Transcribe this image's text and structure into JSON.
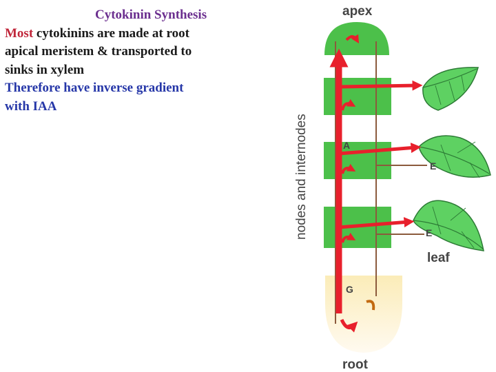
{
  "slide": {
    "title": "Cytokinin Synthesis",
    "line1_red": "Most",
    "line1_rest": " cytokinins are made at root",
    "line2": "apical meristem & transported to",
    "line3": "sinks in xylem",
    "line4": "Therefore have inverse gradient",
    "line5": "with IAA"
  },
  "diagram": {
    "apex_label": "apex",
    "root_label": "root",
    "leaf_label": "leaf",
    "side_label": "nodes and internodes",
    "label_a": "A",
    "label_e1": "E",
    "label_e2": "E",
    "label_g": "G",
    "colors": {
      "tissue_green": "#4cc04a",
      "leaf_green": "#5ed162",
      "vein_dark_green": "#2c7a35",
      "arrow_red": "#e8202c",
      "vascular_brown": "#8b5a3c",
      "root_cream": "#fff6d8"
    }
  }
}
